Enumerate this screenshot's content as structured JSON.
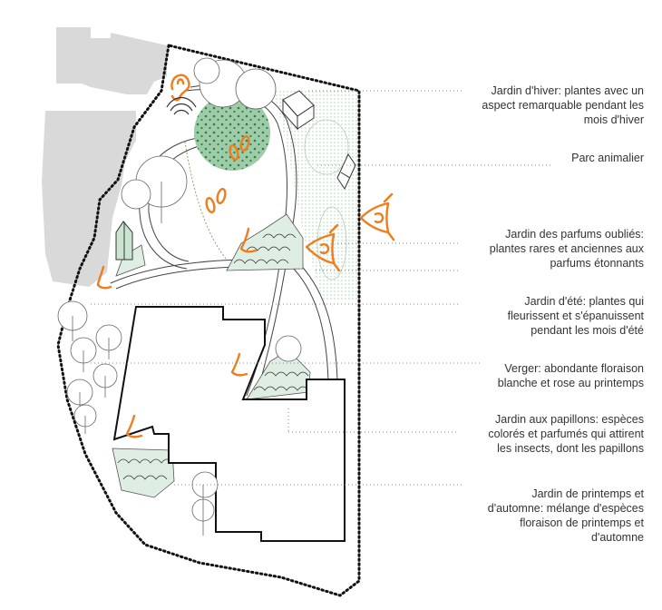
{
  "colors": {
    "sense_accent": "#f07c1c",
    "neighbor_buildings": "#d9d9d9",
    "garden_green": "#c9e4d0",
    "winter_garden_fill": "#9ecba8",
    "dot_green": "#2f7f45",
    "boundary": "#111111",
    "leader": "#888888"
  },
  "icons": {
    "ear": "ear-icon",
    "sound_waves": "sound-waves-icon",
    "footprints": "footprints-icon",
    "nose": "nose-icon",
    "eye": "eye-icon",
    "tree": "tree-icon",
    "shed": "shed-icon"
  },
  "legend": [
    {
      "lines": [
        "Jardin d'hiver: plantes avec un",
        "aspect remarquable pendant les",
        "mois d'hiver"
      ]
    },
    {
      "lines": [
        "Parc animalier"
      ]
    },
    {
      "lines": [
        "Jardin des parfums oubliés:",
        "plantes rares et anciennes aux",
        "parfums étonnants"
      ]
    },
    {
      "lines": [
        "Jardin d'été: plantes qui",
        "fleurissent et s'épanuissent",
        "pendant les mois d'été"
      ]
    },
    {
      "lines": [
        "Verger: abondante floraison",
        "blanche et rose au printemps"
      ]
    },
    {
      "lines": [
        "Jardin aux papillons: espèces",
        "colorés et parfumés qui attirent",
        "les insects, dont les papillons"
      ]
    },
    {
      "lines": [
        "Jardin de printemps et",
        "d'automne: mélange d'espèces",
        "floraison de printemps et",
        "d'automne"
      ]
    }
  ]
}
